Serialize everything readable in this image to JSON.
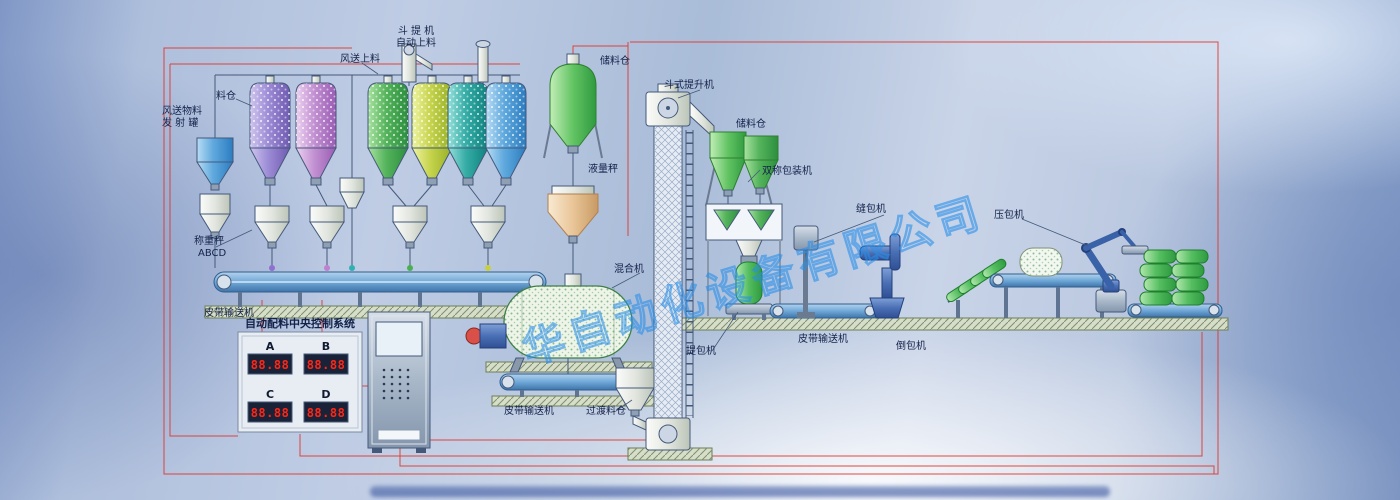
{
  "watermark": {
    "text": "华自动化设备有限公司"
  },
  "labels": {
    "hoist_line1": "斗 提 机",
    "hoist_line2": "自动上料",
    "pneumatic_feed": "风送上料",
    "silo": "料仓",
    "pneumatic_tank_line1": "风送物料",
    "pneumatic_tank_line2": "发 射 罐",
    "storage_center": "储料仓",
    "bucket_elevator": "斗式提升机",
    "storage_right": "储料仓",
    "double_scale_packer": "双称包装机",
    "flow_scale": "液量秤",
    "sewing_machine": "缝包机",
    "press_machine": "压包机",
    "mixer": "混合机",
    "weigh_scale_line1": "称重秤",
    "weigh_scale_line2": "ABCD",
    "belt_conveyor_left": "皮带输送机",
    "control_system_title": "自动配料中央控制系统",
    "bag_lifter": "提包机",
    "belt_conveyor_right": "皮带输送机",
    "bag_inverter": "倒包机",
    "belt_conveyor_center": "皮带输送机",
    "transition_silo": "过渡料仓"
  },
  "control_panel": {
    "channels": [
      {
        "label": "A",
        "value": "88.88"
      },
      {
        "label": "B",
        "value": "88.88"
      },
      {
        "label": "C",
        "value": "88.88"
      },
      {
        "label": "D",
        "value": "88.88"
      }
    ]
  },
  "colors": {
    "line_red": "#e0372b",
    "led_red": "#ff2616",
    "watermark_blue": "#2a8fe8",
    "label_navy": "#14224a"
  }
}
